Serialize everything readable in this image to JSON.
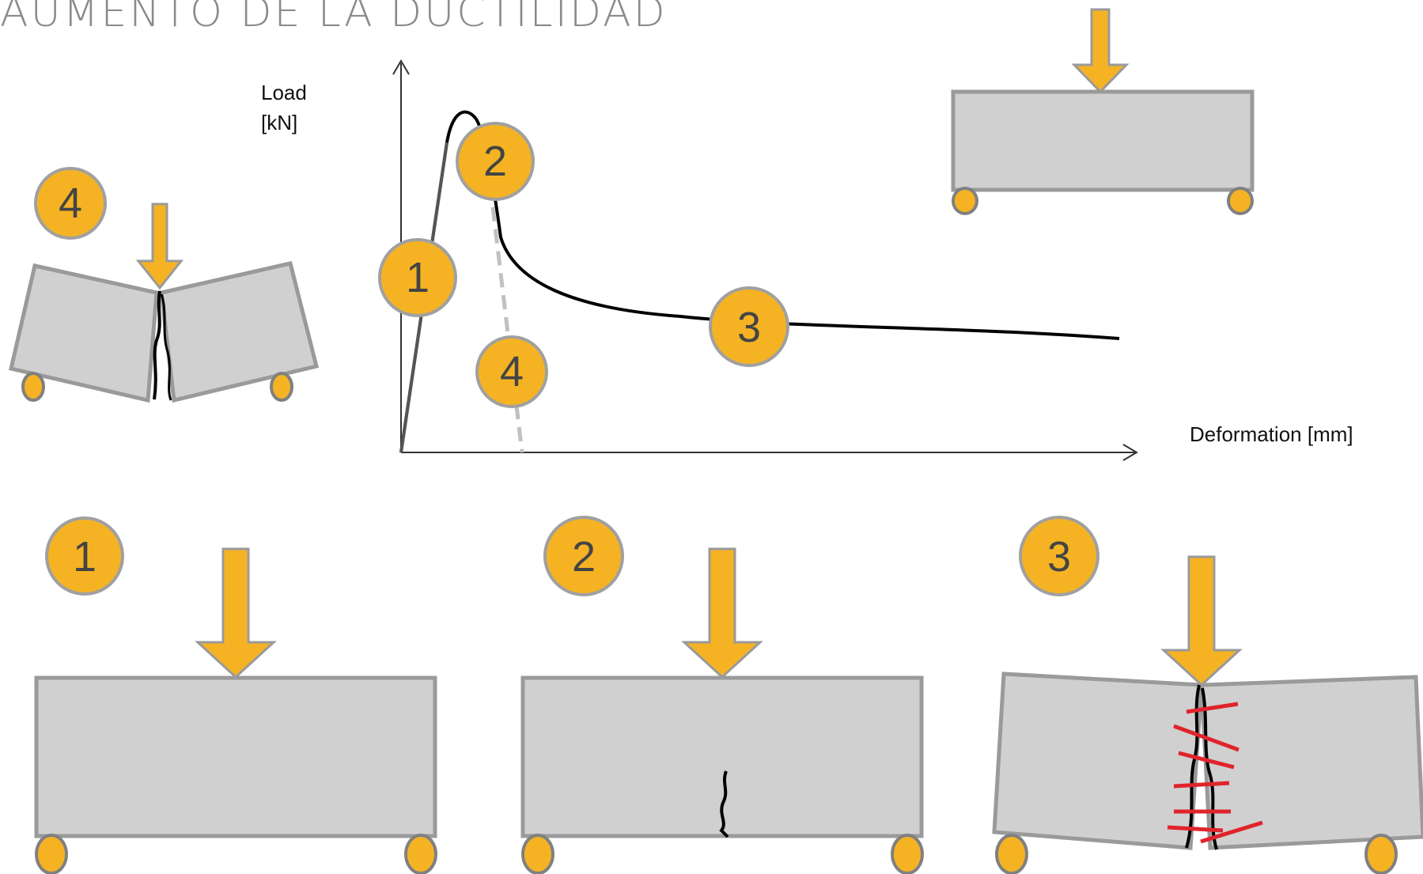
{
  "title": "AUMENTO DE LA DUCTILIDAD",
  "chart": {
    "ylabel_line1": "Load",
    "ylabel_line2": "[kN]",
    "xlabel": "Deformation [mm]"
  },
  "badges": {
    "curve_1": "1",
    "curve_2": "2",
    "curve_3": "3",
    "curve_4": "4",
    "stage_1": "1",
    "stage_2": "2",
    "stage_3": "3",
    "stage_4": "4"
  },
  "colors": {
    "badge_fill": "#F5B324",
    "beam_fill": "#D0D0D0",
    "beam_stroke": "#9A9A9A",
    "fiber_red": "#E0242B",
    "curve": "#000000",
    "brittle_dashed": "#C0C0C0"
  }
}
